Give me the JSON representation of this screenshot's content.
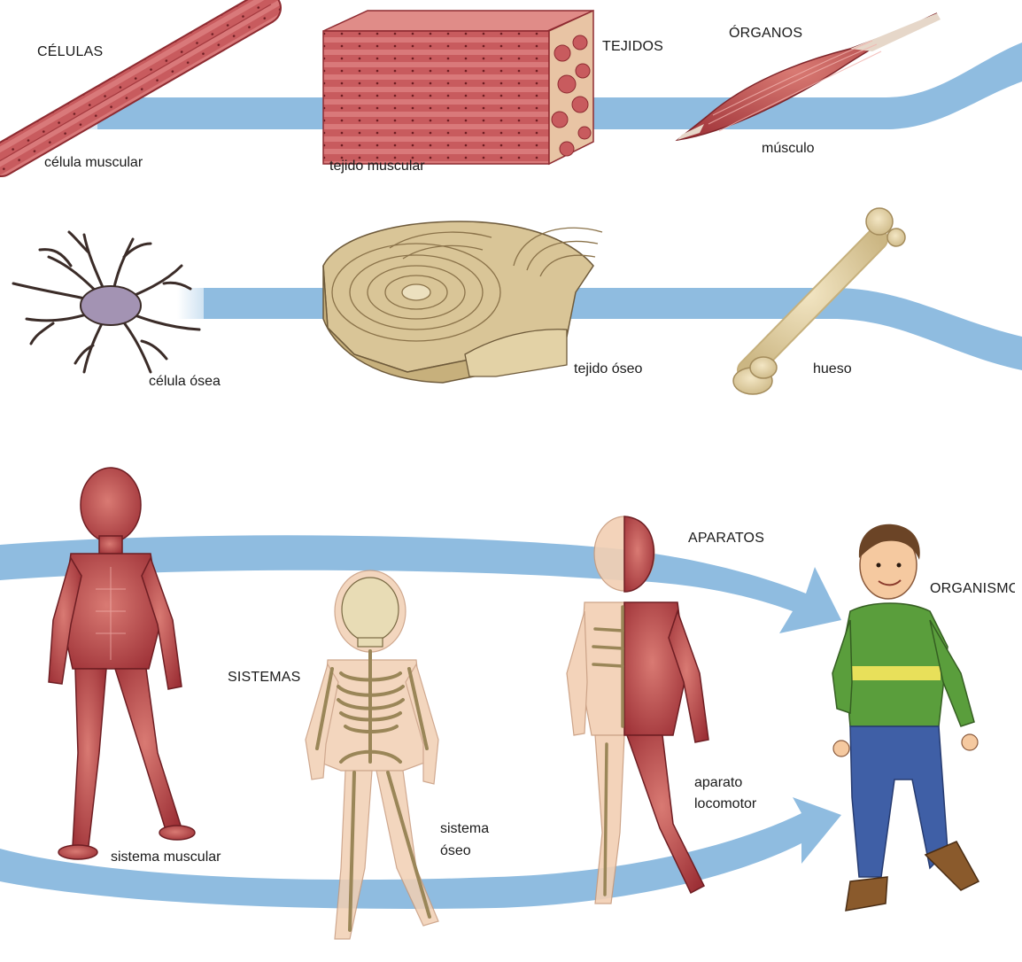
{
  "stages": {
    "cells": "CÉLULAS",
    "tissues": "TEJIDOS",
    "organs": "ÓRGANOS",
    "systems": "SISTEMAS",
    "apparatus": "APARATOS",
    "organism": "ORGANISMO"
  },
  "muscle_row": {
    "cell": "célula muscular",
    "tissue": "tejido muscular",
    "organ": "músculo"
  },
  "bone_row": {
    "cell": "célula ósea",
    "tissue": "tejido óseo",
    "organ": "hueso"
  },
  "body_row": {
    "muscular_system": "sistema muscular",
    "skeletal_system_line1": "sistema",
    "skeletal_system_line2": "óseo",
    "locomotor_line1": "aparato",
    "locomotor_line2": "locomotor"
  },
  "colors": {
    "band": "#8fbce0",
    "muscle": "#b8474a",
    "bone": "#e3d2a6",
    "sweater": "#5a9e3c",
    "jeans": "#3f5fa6"
  }
}
